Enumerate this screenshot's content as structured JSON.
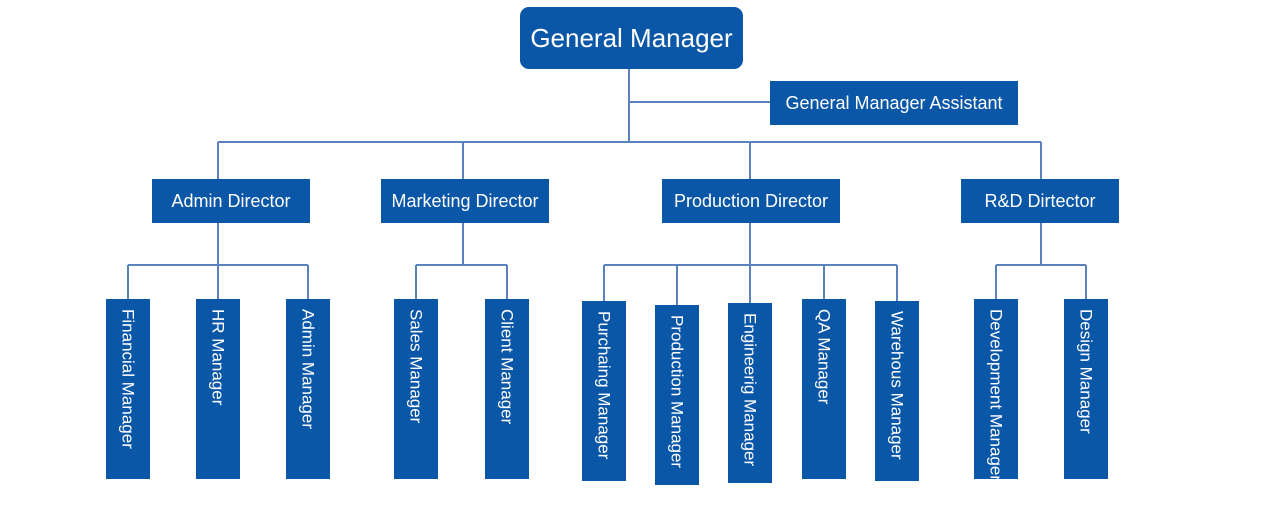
{
  "chart": {
    "root": {
      "label": "General Manager",
      "assistant": "General Manager Assistant"
    },
    "directors": [
      {
        "label": "Admin Director",
        "managers": [
          "Financial Manager",
          "HR Manager",
          "Admin Manager"
        ]
      },
      {
        "label": "Marketing Director",
        "managers": [
          "Sales Manager",
          "Client Manager"
        ]
      },
      {
        "label": "Production Director",
        "managers": [
          "Purchaing Manager",
          "Production Manager",
          "Engineerig Manager",
          "QA Manager",
          "Warehous Manager"
        ]
      },
      {
        "label": "R&D Dirtector",
        "managers": [
          "Development Manager",
          "Design Manager"
        ]
      }
    ]
  },
  "colors": {
    "box": "#0a56a7",
    "line": "#5b82bd",
    "text": "#ffffff"
  }
}
